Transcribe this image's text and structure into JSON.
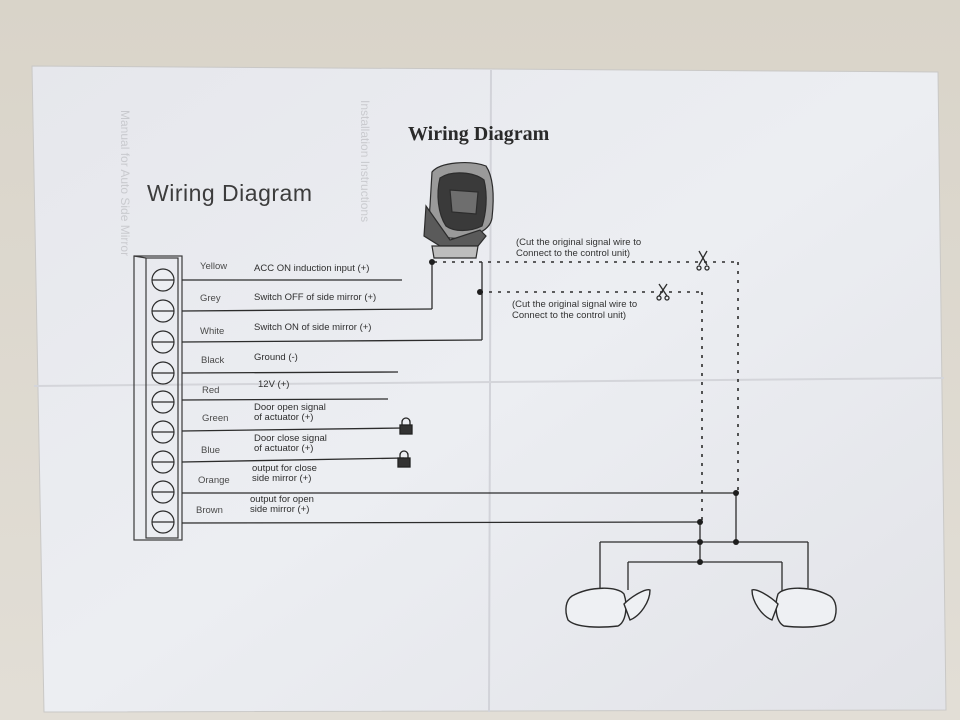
{
  "titles": {
    "main": "Wiring Diagram",
    "secondary": "Wiring Diagram"
  },
  "wires": [
    {
      "color": "Yellow",
      "desc": [
        "ACC ON induction input (+)"
      ]
    },
    {
      "color": "Grey",
      "desc": [
        "Switch OFF of side mirror (+)"
      ]
    },
    {
      "color": "White",
      "desc": [
        "Switch ON of side mirror (+)"
      ]
    },
    {
      "color": "Black",
      "desc": [
        "Ground (-)"
      ]
    },
    {
      "color": "Red",
      "desc": [
        "12V (+)"
      ]
    },
    {
      "color": "Green",
      "desc": [
        "Door open signal",
        "of actuator (+)"
      ]
    },
    {
      "color": "Blue",
      "desc": [
        "Door close signal",
        "of actuator (+)"
      ]
    },
    {
      "color": "Orange",
      "desc": [
        "output for close",
        "side mirror (+)"
      ]
    },
    {
      "color": "Brown",
      "desc": [
        "output for open",
        "side mirror (+)"
      ]
    }
  ],
  "notes": {
    "cut1": [
      "(Cut the original signal wire to",
      "Connect to the control unit)"
    ],
    "cut2": [
      "(Cut the original signal wire to",
      "Connect to the control unit)"
    ]
  },
  "icons": {
    "scissors": "scissors-icon",
    "lock": "lock-icon",
    "mirror": "side-mirror-icon",
    "switch": "mirror-switch-icon"
  },
  "colors": {
    "paper": "#e8e9ee",
    "background": "#dcd8cf",
    "ink": "#2a2a2a"
  }
}
